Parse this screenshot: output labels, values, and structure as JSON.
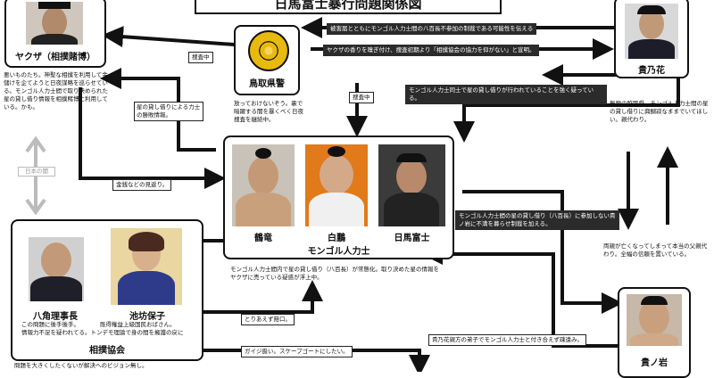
{
  "title": "日馬富士暴行問題関係図",
  "colors": {
    "line": "#111111",
    "dark_label": "#2b2b2b",
    "emblem": "#e8b90f"
  },
  "yakuza": {
    "name": "ヤクザ（相撲賭博）",
    "note": "悪いものたち。神聖な相撲を利用して金儲けを企てようと日夜謀略を巡らせている。モンゴル人力士間で取り決められた星の貸し借り情報を相撲賭博に利用している。かも。"
  },
  "police": {
    "name": "鳥取県警",
    "note": "放っておけないぞう。裏で暗躍する闇を暴くべく日夜捜査を継続中。"
  },
  "takanohana": {
    "name": "貴乃花",
    "note": "無類の酢豚愛。モンゴル人力士間の星の貸し借りに興醐寂なままでいてほしい。親代わり。"
  },
  "mongol": {
    "group": "モンゴル人力士",
    "members": [
      "鶴竜",
      "白鵬",
      "日馬富士"
    ],
    "note": "モンゴル人力士間内で星の貸し借り（八百長）が常態化。取り決めた星の情報をヤクザに売っている疑惑が浮上中。"
  },
  "kyokai": {
    "group": "相撲協会",
    "members": [
      "八角理事長",
      "池坊保子"
    ],
    "note1": "この問題に後手後手。",
    "note1b": "既得権益上級国民おばさん。",
    "note2": "情報力不足を疑われてる。トンデモ理論で身の間を擁護の戻に",
    "note3": "問題を大きくしたくないが解決へのビジョン無し。"
  },
  "takanoiwa": {
    "name": "貴ノ岩"
  },
  "labels": {
    "investigating1": "捜査中",
    "investigating2": "捜査中",
    "msg_top": "被害届とともにモンゴル人力士間の八百長不参加の制裁である可能性を伝える",
    "msg_second": "ヤクザの香りを嗅ぎ付け、捜査初期より「相撲協会の協力を仰がない」と宣明。",
    "yakuza_arrow": "星の貸し借りによる力士の勝敗情報。",
    "takanohana_msg": "モンゴル人力士同士で星の貸し借りが行われていることを強く疑っている。",
    "money": "金銭などの見返り。",
    "japan_mafia": "日本の闇",
    "mongol_to_iwa": "モンゴル人力士間の星の貸し借り（八百長）に参加しない貴ノ岩に不満を募らせ制裁を加える。",
    "family": "両親が亡くなってしまって本当の父親代わり。全幅の信頼を置いている。",
    "for_now": "とりあえず箝口。",
    "scapegoat": "ガイジ扱い。スケープゴートにしたい。",
    "elder_note": "貴乃花親方の弟子でモンゴル人力士と付き合えず疎遠み。"
  }
}
